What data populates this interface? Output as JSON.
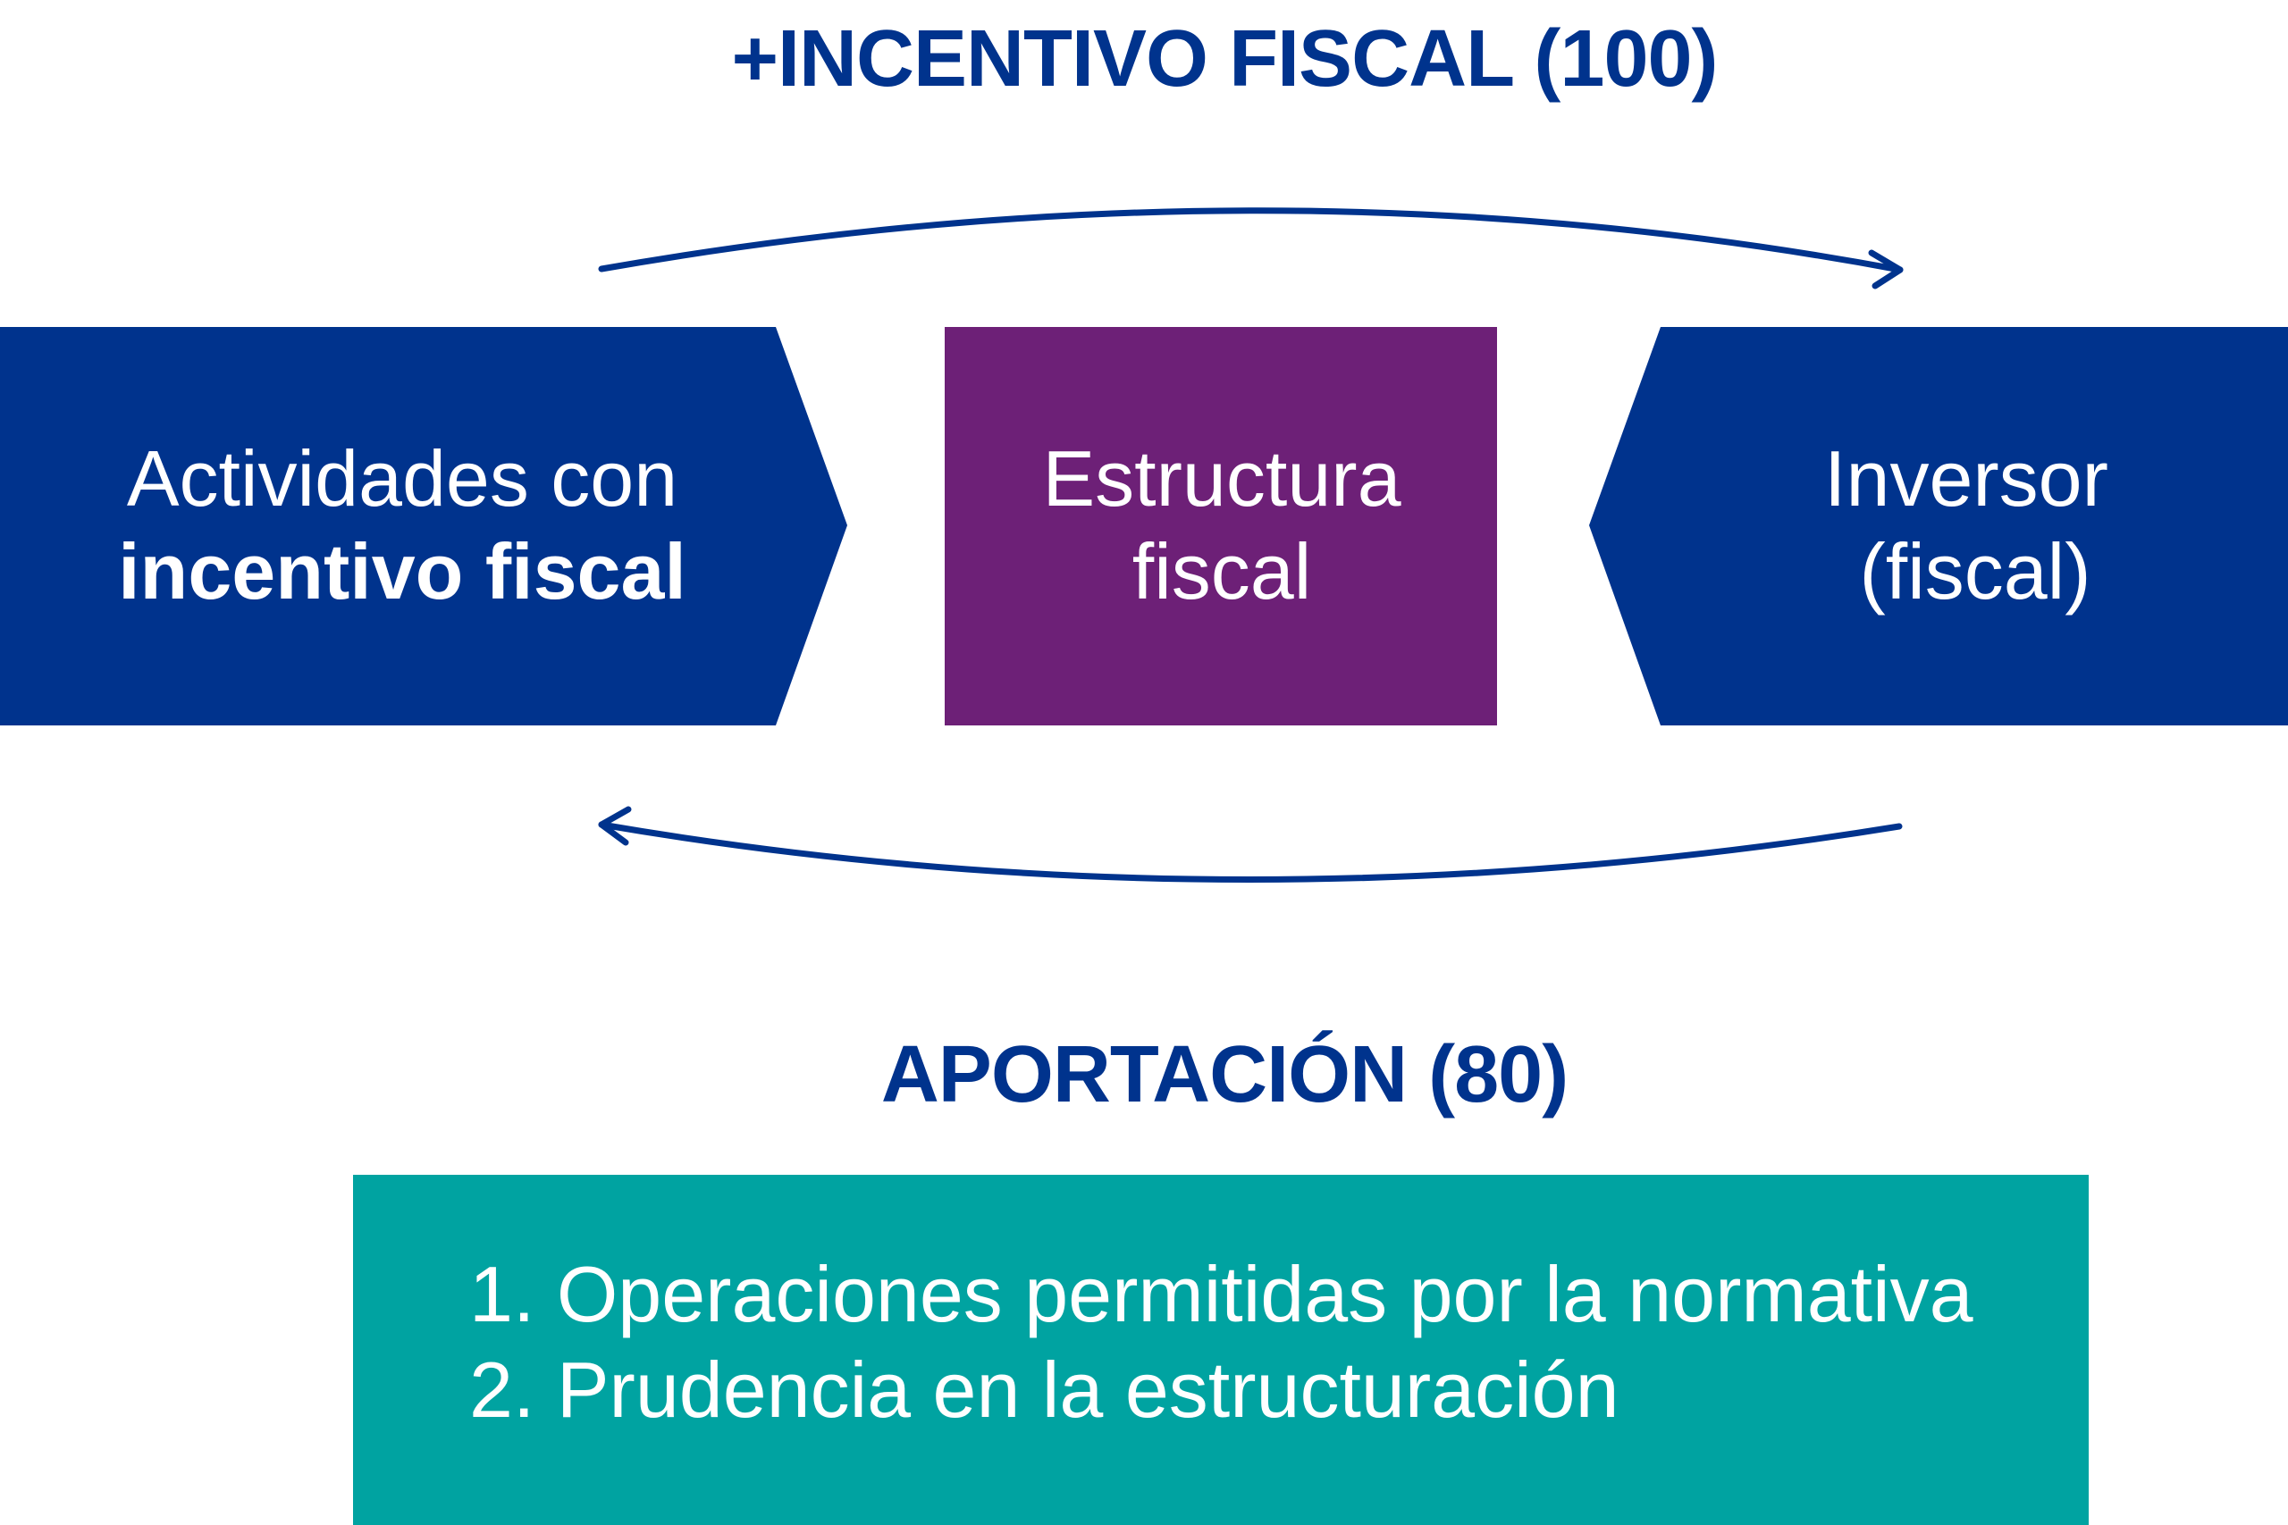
{
  "flow": {
    "top_label": "+INCENTIVO FISCAL (100)",
    "bottom_label": "APORTACIÓN (80)"
  },
  "nodes": {
    "left": {
      "line1": "Actividades con",
      "line2": "incentivo fiscal",
      "color": "#00338d"
    },
    "center": {
      "line1": "Estructura",
      "line2": "fiscal",
      "color": "#6d2077"
    },
    "right": {
      "line1": "Inversor",
      "line2": "(fiscal)",
      "color": "#00338d"
    }
  },
  "criteria": {
    "items": [
      "1. Operaciones permitidas por la normativa",
      "2. Prudencia en la estructuración"
    ],
    "color": "#00a3a1"
  },
  "colors": {
    "arrow": "#00338d",
    "heading": "#00338d"
  }
}
